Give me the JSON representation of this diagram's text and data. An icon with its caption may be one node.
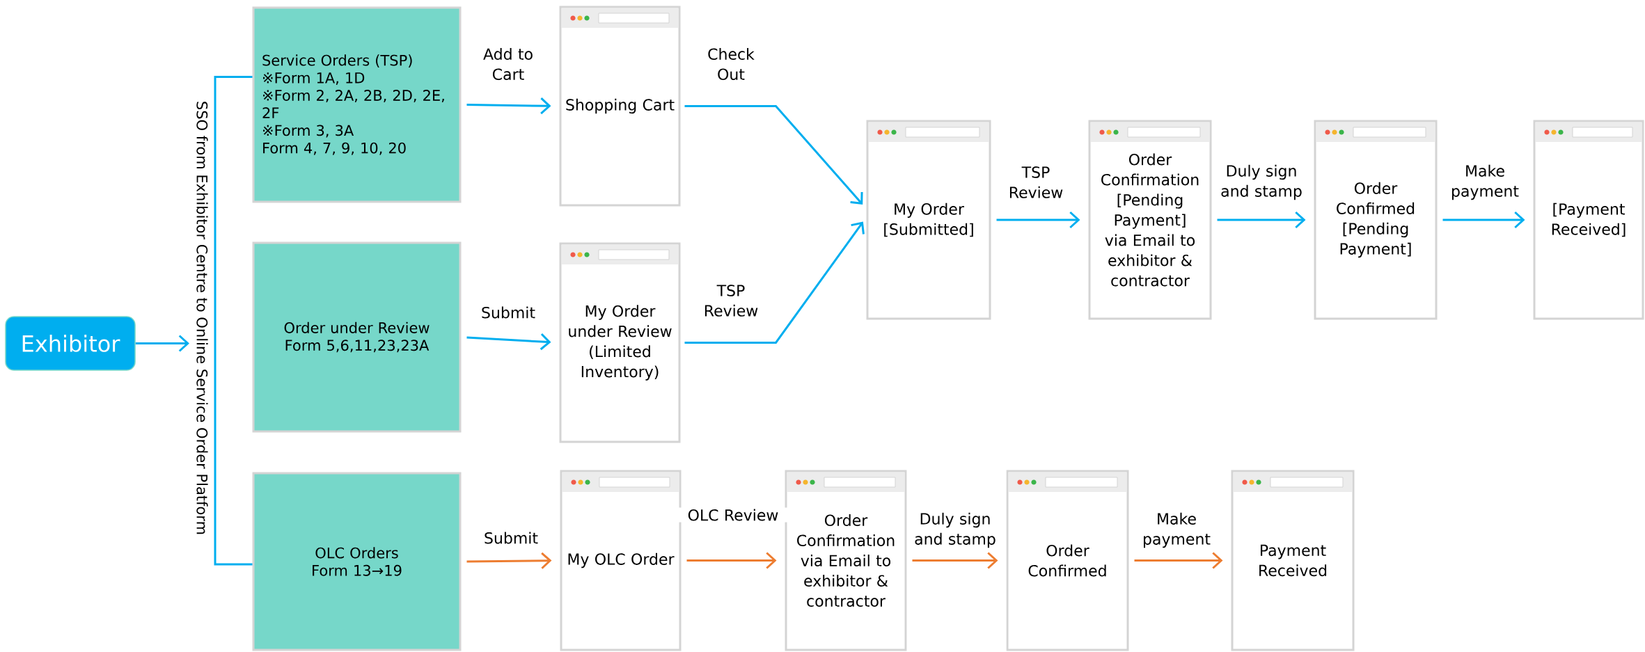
{
  "diagram": {
    "nodes": [
      {
        "text": [
          "Exhibitor"
        ]
      },
      {
        "text": [
          "SSO from Exhibitor Centre to Online Service Order  Platform"
        ]
      },
      {
        "text": [
          "Service Orders (TSP)",
          "※Form 1A, 1D",
          "※Form 2, 2A, 2B, 2D, 2E, 2F",
          "※Form 3, 3A",
          "Form 4, 7, 9, 10, 20"
        ]
      },
      {
        "text": [
          "Order under Review",
          "Form 5,6,11,23,23A"
        ]
      },
      {
        "text": [
          "OLC Orders",
          "Form 13→19"
        ]
      },
      {
        "text": [
          "Shopping Cart"
        ]
      },
      {
        "text": [
          "My Order under Review (Limited Inventory)"
        ]
      },
      {
        "text": [
          "My Order [Submitted]"
        ]
      },
      {
        "text": [
          "Order Confirmation [Pending Payment] via Email to exhibitor & contractor"
        ]
      },
      {
        "text": [
          "Order Confirmed [Pending Payment]"
        ]
      },
      {
        "text": [
          "[Payment Received]"
        ]
      },
      {
        "text": [
          "My OLC Order"
        ]
      },
      {
        "text": [
          "Order Confirmation via Email to exhibitor & contractor"
        ]
      },
      {
        "text": [
          "Order Confirmed"
        ]
      },
      {
        "text": [
          "Payment Received"
        ]
      }
    ],
    "edges": [
      {
        "from": 0,
        "to": 1,
        "arrow": "to"
      },
      {
        "from": 1,
        "to": 2,
        "arrow": "none"
      },
      {
        "from": 1,
        "to": 4,
        "arrow": "none"
      },
      {
        "from": 2,
        "to": 5,
        "arrow": "to",
        "label": "Add to Cart"
      },
      {
        "from": 3,
        "to": 6,
        "arrow": "to",
        "label": "Submit"
      },
      {
        "from": 5,
        "to": 7,
        "arrow": "to",
        "label": "Check Out"
      },
      {
        "from": 6,
        "to": 7,
        "arrow": "to",
        "label": "TSP Review"
      },
      {
        "from": 7,
        "to": 8,
        "arrow": "to",
        "label": "TSP Review"
      },
      {
        "from": 8,
        "to": 9,
        "arrow": "to",
        "label": "Duly sign and stamp"
      },
      {
        "from": 9,
        "to": 10,
        "arrow": "to",
        "label": "Make payment"
      },
      {
        "from": 4,
        "to": 11,
        "arrow": "to",
        "label": "Submit",
        "color": "#ed7d31"
      },
      {
        "from": 11,
        "to": 12,
        "arrow": "to",
        "label": "OLC Review",
        "color": "#ed7d31"
      },
      {
        "from": 12,
        "to": 13,
        "arrow": "to",
        "label": "Duly sign and stamp",
        "color": "#ed7d31"
      },
      {
        "from": 13,
        "to": 14,
        "arrow": "to",
        "label": "Make payment",
        "color": "#ed7d31"
      }
    ]
  }
}
